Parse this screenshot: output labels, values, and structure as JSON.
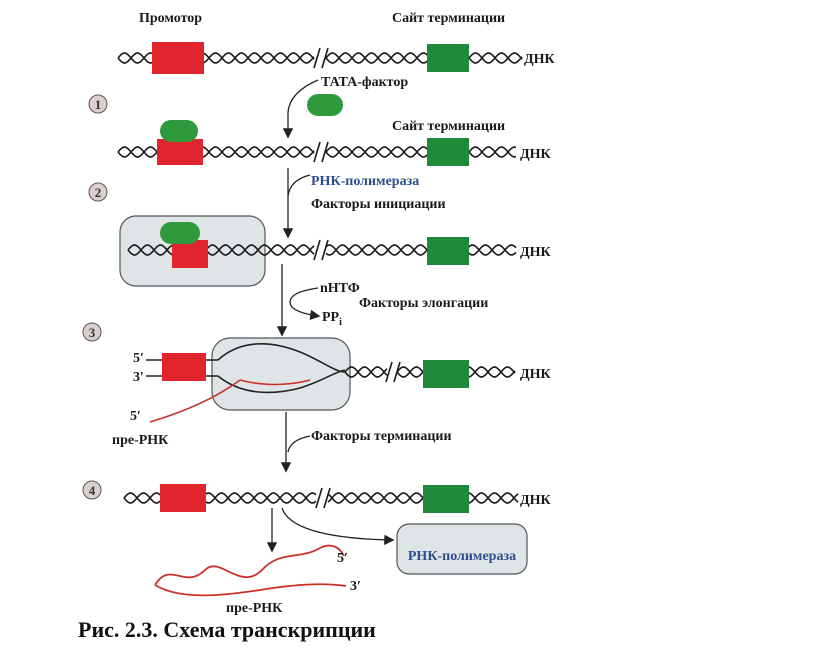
{
  "labels": {
    "promoter": "Промотор",
    "termination_site_top": "Сайт терминации",
    "dna_1": "ДНК",
    "tata_factor": "ТАТА-фактор",
    "termination_site_2": "Сайт терминации",
    "dna_2": "ДНК",
    "rna_polymerase_1": "РНК-полимераза",
    "initiation_factors": "Факторы инициации",
    "dna_3": "ДНК",
    "ntp": "nНТФ",
    "ppi": "PP",
    "ppi_sub": "i",
    "elongation_factors": "Факторы элонгации",
    "five_prime_1": "5′",
    "three_prime_1": "3′",
    "dna_4": "ДНК",
    "five_prime_2": "5′",
    "pre_rna_1": "пре-РНК",
    "termination_factors": "Факторы терминации",
    "dna_5": "ДНК",
    "rna_polymerase_2": "РНК-полимераза",
    "five_prime_3": "5′",
    "three_prime_3": "3′",
    "pre_rna_2": "пре-РНК"
  },
  "steps": [
    "1",
    "2",
    "3",
    "4"
  ],
  "caption": "Рис. 2.3. Схема транскрипции",
  "colors": {
    "promoter": "#e0262c",
    "termination": "#1f8a3a",
    "tata_factor": "#2f9a3c",
    "rna": "#c8322a",
    "polymerase_fill": "#dfe5e6",
    "blue_text": "#2e4f8e"
  }
}
